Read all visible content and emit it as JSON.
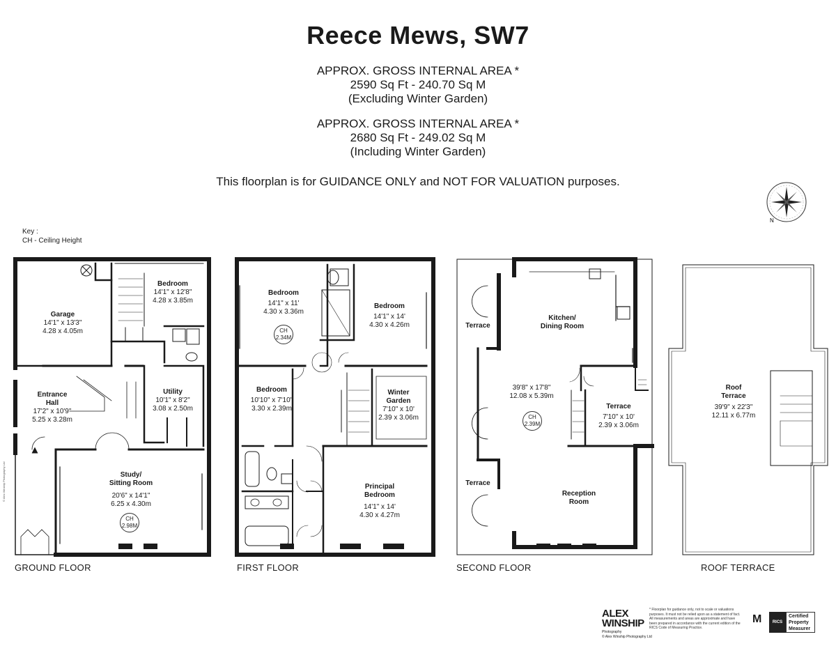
{
  "title": "Reece Mews, SW7",
  "areas": [
    {
      "heading": "APPROX. GROSS INTERNAL  AREA *",
      "sqft": "2590 Sq Ft  -  240.70 Sq M",
      "note": "(Excluding Winter Garden)"
    },
    {
      "heading": "APPROX. GROSS INTERNAL  AREA *",
      "sqft": "2680 Sq Ft  -  249.02 Sq M",
      "note": "(Including Winter Garden)"
    }
  ],
  "disclaimer": "This floorplan is for GUIDANCE ONLY and NOT FOR VALUATION purposes.",
  "key": {
    "title": "Key :",
    "item": "CH - Ceiling Height"
  },
  "floors": {
    "ground": {
      "label": "GROUND FLOOR",
      "rooms": [
        {
          "name": "Garage",
          "imperial": "14'1\" x 13'3\"",
          "metric": "4.28 x 4.05m"
        },
        {
          "name": "Bedroom",
          "imperial": "14'1\" x 12'8\"",
          "metric": "4.28 x 3.85m"
        },
        {
          "name": "Entrance Hall",
          "name2": "Hall",
          "name1": "Entrance",
          "imperial": "17'2\" x 10'9\"",
          "metric": "5.25 x 3.28m"
        },
        {
          "name": "Utility",
          "imperial": "10'1\" x 8'2\"",
          "metric": "3.08 x 2.50m"
        },
        {
          "name1": "Study/",
          "name2": "Sitting Room",
          "imperial": "20'6\" x 14'1\"",
          "metric": "6.25 x 4.30m"
        }
      ],
      "ch": {
        "label": "CH",
        "value": "2.98M"
      }
    },
    "first": {
      "label": "FIRST FLOOR",
      "rooms": [
        {
          "name": "Bedroom",
          "imperial": "14'1\" x 11'",
          "metric": "4.30 x 3.36m"
        },
        {
          "name": "Bedroom",
          "imperial": "14'1\" x 14'",
          "metric": "4.30 x 4.26m"
        },
        {
          "name": "Bedroom",
          "imperial": "10'10\" x 7'10\"",
          "metric": "3.30 x 2.39m"
        },
        {
          "name1": "Winter",
          "name2": "Garden",
          "imperial": "7'10\" x 10'",
          "metric": "2.39 x 3.06m"
        },
        {
          "name1": "Principal",
          "name2": "Bedroom",
          "imperial": "14'1\" x 14'",
          "metric": "4.30 x 4.27m"
        }
      ],
      "ch": {
        "label": "CH",
        "value": "2.34M"
      }
    },
    "second": {
      "label": "SECOND FLOOR",
      "rooms": [
        {
          "name1": "Kitchen/",
          "name2": "Dining Room"
        },
        {
          "name": "Terrace"
        },
        {
          "name": "Terrace"
        },
        {
          "name": "Terrace",
          "imperial": "7'10\" x 10'",
          "metric": "2.39 x 3.06m"
        },
        {
          "name1": "Reception",
          "name2": "Room"
        },
        {
          "imperial": "39'8\" x 17'8\"",
          "metric": "12.08 x 5.39m"
        }
      ],
      "ch": {
        "label": "CH",
        "value": "2.39M"
      }
    },
    "roof": {
      "label": "ROOF TERRACE",
      "rooms": [
        {
          "name1": "Roof",
          "name2": "Terrace",
          "imperial": "39'9\" x 22'3\"",
          "metric": "12.11 x 6.77m"
        }
      ]
    }
  },
  "branding": {
    "alex": "ALEX",
    "winship": "WINSHIP",
    "photography": "Photography",
    "copyright": "© Alex Winship Photography Ltd",
    "fine_print": "* Floorplan for guidance only, not to scale or valuations purposes. It must not be relied upon as a statement of fact. All measurements and areas are approximate and have been prepared in accordance with the current edition of the RICS Code of Measuring Practice.",
    "rics": "RICS",
    "certified": "Certified Property Measurer",
    "side_copyright": "© Alex Winship Photography Ltd"
  },
  "compass": {
    "n": "N"
  },
  "colors": {
    "wall": "#1a1a1a",
    "thin": "#444444"
  }
}
